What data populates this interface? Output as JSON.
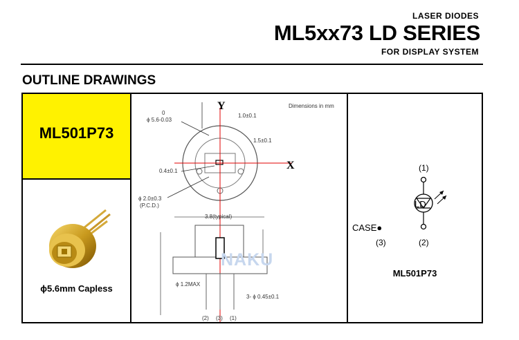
{
  "header": {
    "category": "LASER DIODES",
    "title": "ML5xx73 LD SERIES",
    "subtitle": "FOR DISPLAY SYSTEM"
  },
  "section_title": "OUTLINE DRAWINGS",
  "left_panel": {
    "model": "ML501P73",
    "caption": "ϕ5.6mm Capless",
    "model_bg_color": "#fff200"
  },
  "drawing": {
    "note": "Dimensions in mm",
    "axis_y": "Y",
    "axis_x": "X",
    "dims": {
      "diameter_top": "0",
      "diameter": "ϕ 5.6-0.03",
      "d1": "1.0±0.1",
      "d2": "1.5±0.1",
      "d3": "0.4±0.1",
      "pcd_1": "ϕ 2.0±0.3",
      "pcd_2": "(P.C.D.)",
      "typical": "3.8(typical)",
      "max": "ϕ 1.2MAX",
      "pins": "3- ϕ 0.45±0.1"
    },
    "pin_numbers": [
      "(2)",
      "(3)",
      "(1)"
    ]
  },
  "pin_diagram": {
    "pin1": "(1)",
    "pin2": "(2)",
    "pin3": "(3)",
    "ld": "LD",
    "case": "CASE●",
    "model": "ML501P73"
  },
  "watermark": "NAKU"
}
